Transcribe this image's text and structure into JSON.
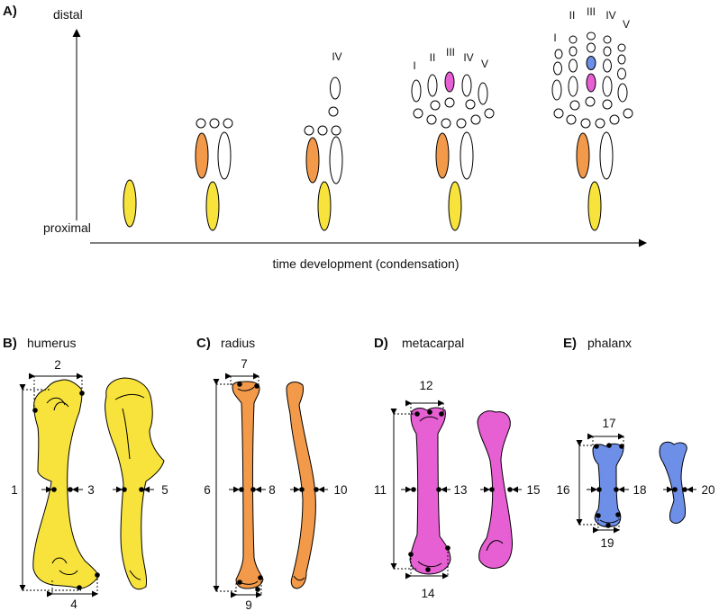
{
  "colors": {
    "humerus": "#f7e33c",
    "radius": "#f29a4a",
    "metacarpal": "#e65fd3",
    "phalanx": "#6e8fe8",
    "outline": "#000000",
    "background": "#ffffff"
  },
  "panel_a": {
    "tag": "A)",
    "distal_label": "distal",
    "proximal_label": "proximal",
    "time_axis_label": "time development (condensation)",
    "stage3_digit_labels": [
      "IV"
    ],
    "stage4_digit_labels": [
      "I",
      "II",
      "III",
      "IV",
      "V"
    ],
    "stage5_digit_labels": [
      "I",
      "II",
      "III",
      "IV",
      "V"
    ]
  },
  "panels": [
    {
      "tag": "B)",
      "title": "humerus",
      "measures": {
        "width_prox": "2",
        "length": "1",
        "mid_front": "3",
        "mid_side": "5",
        "width_dist": "4"
      }
    },
    {
      "tag": "C)",
      "title": "radius",
      "measures": {
        "width_prox": "7",
        "length": "6",
        "mid_front": "8",
        "mid_side": "10",
        "width_dist": "9"
      }
    },
    {
      "tag": "D)",
      "title": "metacarpal",
      "measures": {
        "width_prox": "12",
        "length": "11",
        "mid_front": "13",
        "mid_side": "15",
        "width_dist": "14"
      }
    },
    {
      "tag": "E)",
      "title": "phalanx",
      "measures": {
        "width_prox": "17",
        "length": "16",
        "mid_front": "18",
        "mid_side": "20",
        "width_dist": "19"
      }
    }
  ]
}
